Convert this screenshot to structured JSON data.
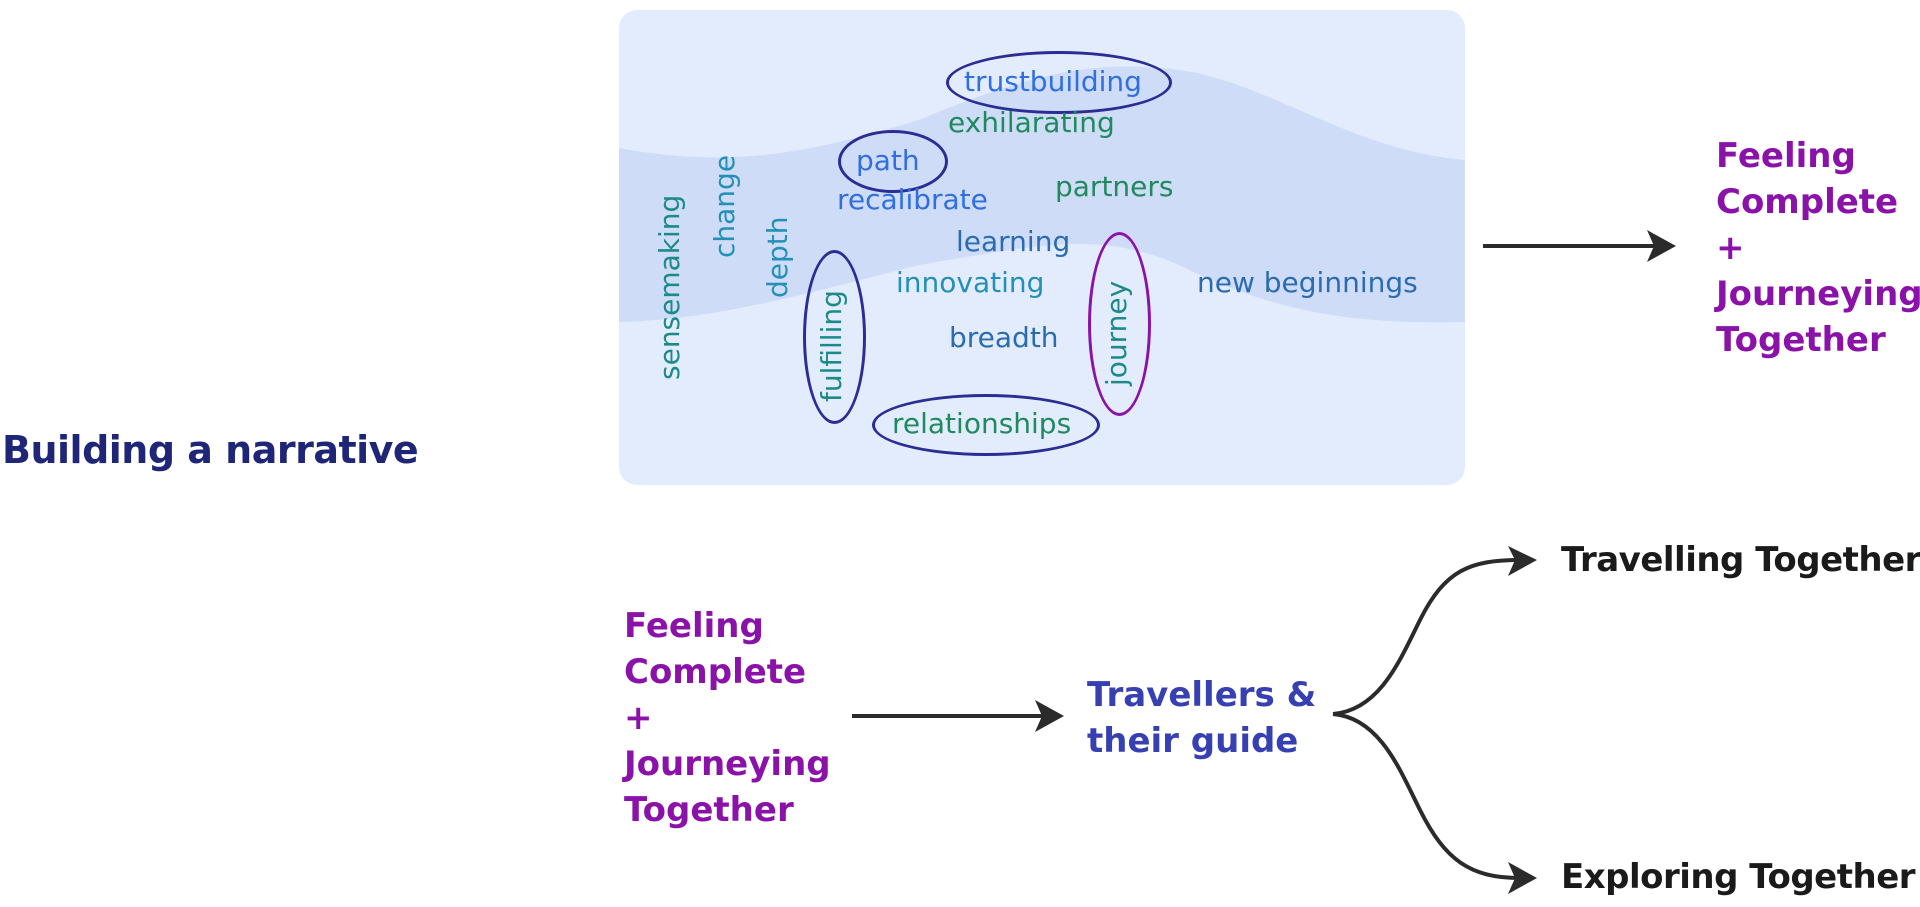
{
  "title": "Building a narrative",
  "colors": {
    "title": "#1f2577",
    "purple": "#8a12a8",
    "indigo": "#3640b2",
    "dark": "#1a1a1a",
    "panel_light": "#e3ecfd",
    "panel_band": "#cfdcf7",
    "ellipse_navy": "#2c2c95",
    "ellipse_purple": "#8a12a8",
    "word_blue": "#2f6fe0",
    "word_green": "#1f8a5e",
    "word_teal": "#1d8a8a",
    "word_steel": "#2b6cb0",
    "arrow": "#2b2b2b"
  },
  "word_cloud": {
    "words": [
      {
        "text": "trustbuilding",
        "color_key": "word_blue",
        "circled": true,
        "circle_color": "ellipse_navy"
      },
      {
        "text": "exhilarating",
        "color_key": "word_green",
        "circled": false
      },
      {
        "text": "path",
        "color_key": "word_blue",
        "circled": true,
        "circle_color": "ellipse_navy"
      },
      {
        "text": "recalibrate",
        "color_key": "word_blue",
        "circled": false
      },
      {
        "text": "partners",
        "color_key": "word_green",
        "circled": false
      },
      {
        "text": "sensemaking",
        "color_key": "word_teal",
        "circled": false,
        "vertical": true
      },
      {
        "text": "change",
        "color_key": "word_steel",
        "circled": false,
        "vertical": true
      },
      {
        "text": "depth",
        "color_key": "word_steel",
        "circled": false,
        "vertical": true
      },
      {
        "text": "learning",
        "color_key": "word_steel",
        "circled": false
      },
      {
        "text": "innovating",
        "color_key": "word_steel",
        "circled": false
      },
      {
        "text": "fulfilling",
        "color_key": "word_teal",
        "circled": true,
        "circle_color": "ellipse_navy",
        "vertical": true
      },
      {
        "text": "breadth",
        "color_key": "word_steel",
        "circled": false
      },
      {
        "text": "journey",
        "color_key": "word_teal",
        "circled": true,
        "circle_color": "ellipse_purple",
        "vertical": true
      },
      {
        "text": "new beginnings",
        "color_key": "word_steel",
        "circled": false
      },
      {
        "text": "relationships",
        "color_key": "word_green",
        "circled": true,
        "circle_color": "ellipse_navy"
      }
    ]
  },
  "top_result": {
    "lines": [
      "Feeling",
      "Complete",
      "+",
      "Journeying",
      "Together"
    ]
  },
  "bottom_flow": {
    "source_lines": [
      "Feeling",
      "Complete",
      "+",
      "Journeying",
      "Together"
    ],
    "middle_lines": [
      "Travellers &",
      "their guide"
    ],
    "branches": [
      "Travelling Together",
      "Exploring Together"
    ]
  }
}
